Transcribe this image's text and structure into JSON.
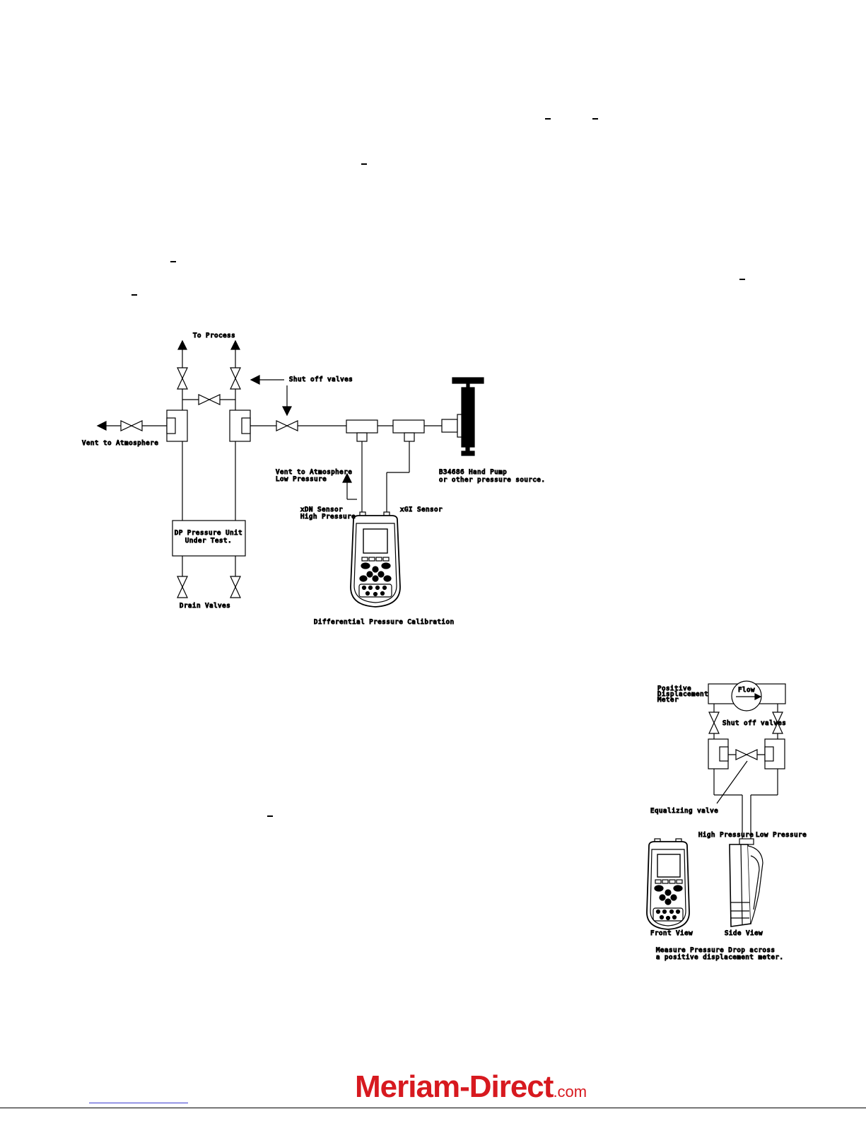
{
  "diagram_1": {
    "to_process": "To Process",
    "shut_off_valves": "Shut off valves",
    "vent_left": "Vent to Atmosphere",
    "vent_low_1": "Vent to Atmosphere",
    "vent_low_2": "Low Pressure",
    "pump_1": "B34686 Hand Pump",
    "pump_2": "or other pressure source.",
    "xdn_1": "xDN Sensor",
    "xdn_2": "High Pressure",
    "xgi": "xGI Sensor",
    "unit_1": "DP Pressure Unit",
    "unit_2": "Under Test.",
    "drain": "Drain Valves",
    "caption": "Differential Pressure Calibration"
  },
  "diagram_2": {
    "meter_1": "Positive",
    "meter_2": "Displacement",
    "meter_3": "Meter",
    "flow": "Flow",
    "shut_off_valves": "Shut off valves",
    "equalizing": "Equalizing valve",
    "high": "High Pressure",
    "low": "Low Pressure",
    "front": "Front View",
    "side": "Side View",
    "caption_1": "Measure Pressure Drop across",
    "caption_2": "a positive displacement meter."
  },
  "footer": {
    "brand": "Meriam-Direct",
    "tld": ".com"
  }
}
